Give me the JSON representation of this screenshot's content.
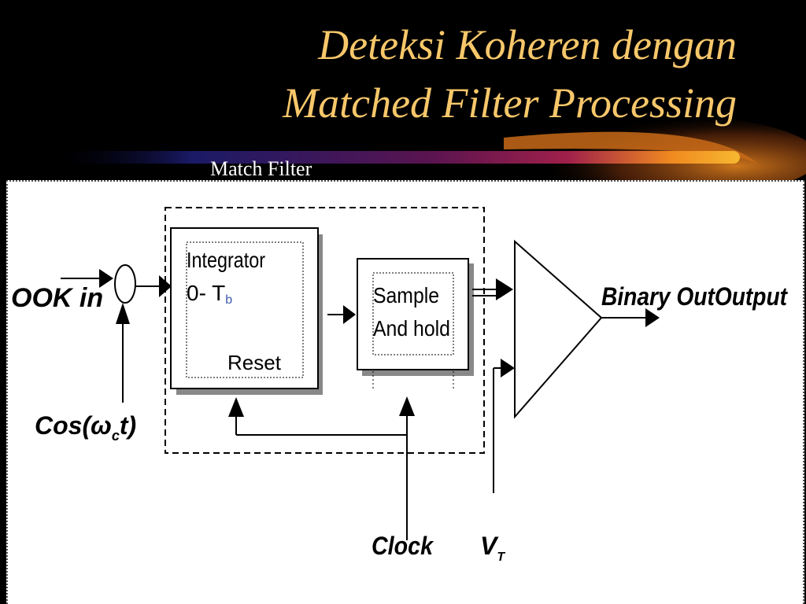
{
  "slide": {
    "title_line1": "Deteksi Koheren dengan",
    "title_line2": "Matched Filter Processing",
    "subtitle": "Match Filter"
  },
  "diagram": {
    "input_label": "OOK in",
    "carrier_label_pre": "Cos(",
    "carrier_omega": "ω",
    "carrier_sub": "c",
    "carrier_post": "t)",
    "integrator_label": "Integrator",
    "integrator_range": "0- T",
    "integrator_range_sub": "b",
    "reset_label": "Reset",
    "sample_label_1": "Sample",
    "sample_label_2": "And hold",
    "output_label": "Binary OutOutput",
    "clock_label": "Clock",
    "threshold_label": "V",
    "threshold_sub": "T"
  },
  "colors": {
    "title": "#F7C76A",
    "background": "#000000",
    "panel": "#FFFFFF",
    "banner_start": "#1a1a66",
    "banner_mid": "#8B1A4A",
    "banner_end": "#F5A623"
  }
}
